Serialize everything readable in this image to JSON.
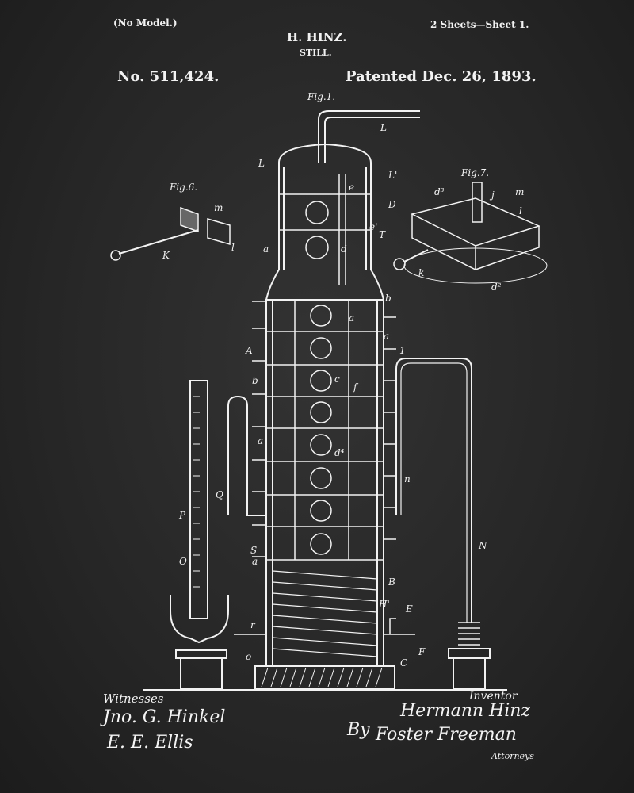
{
  "header": {
    "no_model": "(No Model.)",
    "sheets": "2 Sheets—Sheet 1.",
    "inventor_name": "H. HINZ.",
    "title": "STILL.",
    "patent_number": "No. 511,424.",
    "patent_date": "Patented Dec. 26, 1893."
  },
  "figures": {
    "fig1": "Fig.1.",
    "fig6": "Fig.6.",
    "fig7": "Fig.7."
  },
  "labels": {
    "L": "L",
    "L2": "L",
    "L3": "L'",
    "D": "D",
    "e": "e",
    "e2": "e'",
    "T": "T",
    "d": "d",
    "a1": "a",
    "a2": "a",
    "a3": "a",
    "a4": "a",
    "a5": "a",
    "b1": "b",
    "b2": "b",
    "A": "A",
    "one": "1",
    "c": "c",
    "f": "f",
    "d4": "d⁴",
    "n": "n",
    "N": "N",
    "Q": "Q",
    "P": "P",
    "O": "O",
    "S": "S",
    "B": "B",
    "H": "H'",
    "E": "E",
    "F": "F",
    "C": "C",
    "r": "r",
    "o": "o",
    "K": "K",
    "m": "m",
    "l": "l",
    "j": "j",
    "m2": "m",
    "l2": "l",
    "d3": "d³",
    "d2": "d²",
    "k": "k"
  },
  "footer": {
    "witnesses_label": "Witnesses",
    "witness1": "Jno. G. Hinkel",
    "witness2": "E. E. Ellis",
    "inventor_label": "Inventor",
    "inventor_signature": "Hermann Hinz",
    "by": "By",
    "attorney_signature": "Foster Freeman",
    "attorneys_label": "Attorneys"
  },
  "colors": {
    "background": "#262626",
    "ink": "#f2f2f2"
  }
}
